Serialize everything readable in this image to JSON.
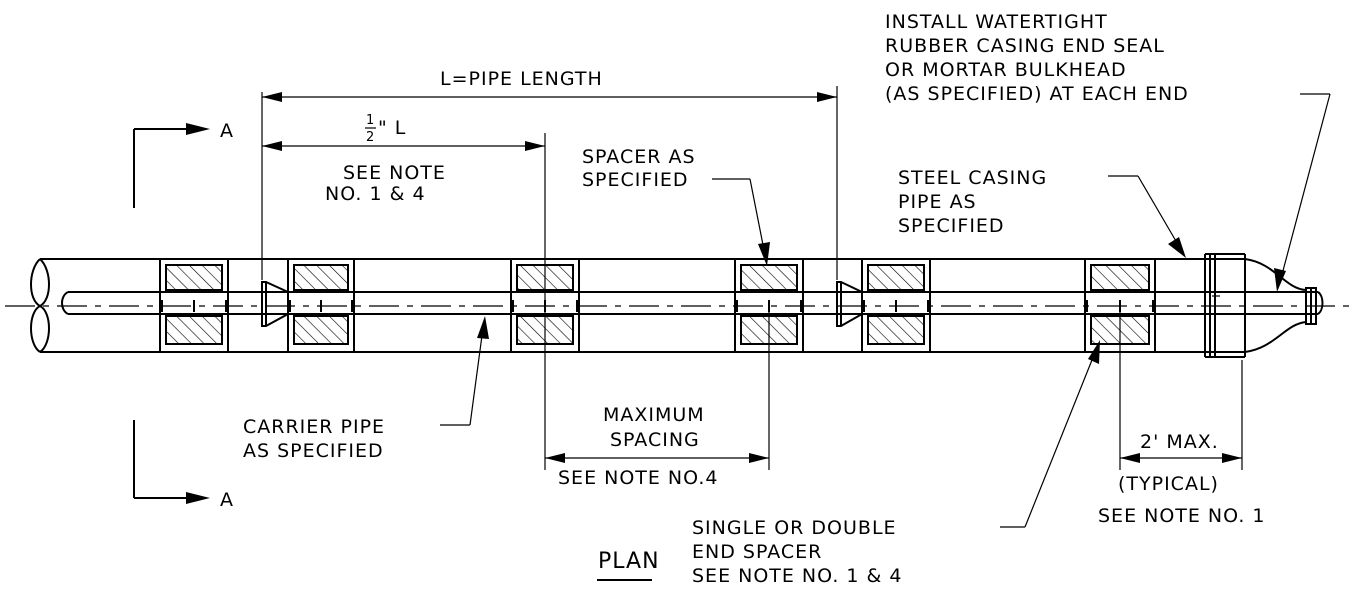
{
  "labels": {
    "install_line1": "INSTALL WATERTIGHT",
    "install_line2": "RUBBER CASING END SEAL",
    "install_line3": "OR MORTAR BULKHEAD",
    "install_line4": "(AS SPECIFIED)  AT EACH END",
    "pipe_length": "L=PIPE LENGTH",
    "half_num": "1",
    "half_den": "2",
    "half_suffix": "\" L",
    "see_note_14_a": "SEE NOTE",
    "see_note_14_b": "NO. 1 & 4",
    "spacer_line1": "SPACER AS",
    "spacer_line2": "SPECIFIED",
    "steel_line1": "STEEL CASING",
    "steel_line2": "PIPE AS",
    "steel_line3": "SPECIFIED",
    "carrier_line1": "CARRIER PIPE",
    "carrier_line2": "AS SPECIFIED",
    "max_line1": "MAXIMUM",
    "max_line2": "SPACING",
    "max_line3": "SEE NOTE NO.4",
    "two_max": "2' MAX.",
    "typical": "(TYPICAL)",
    "see_note_1": "SEE NOTE NO. 1",
    "single_line1": "SINGLE OR DOUBLE",
    "single_line2": "END SPACER",
    "single_line3": "SEE NOTE NO. 1 & 4",
    "plan": "PLAN",
    "section_a_top": "A",
    "section_a_bottom": "A"
  }
}
